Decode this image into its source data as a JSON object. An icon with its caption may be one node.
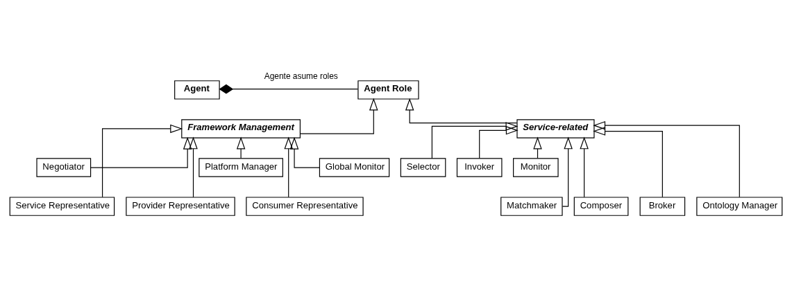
{
  "diagram": {
    "nodes": [
      {
        "text": [
          "Agent"
        ]
      },
      {
        "text": [
          "Agent Role"
        ]
      },
      {
        "text": [
          "Framework Management"
        ]
      },
      {
        "text": [
          "Negotiator"
        ]
      },
      {
        "text": [
          "Service Representative"
        ]
      },
      {
        "text": [
          "Provider Representative"
        ]
      },
      {
        "text": [
          "Platform Manager"
        ]
      },
      {
        "text": [
          "Consumer Representative"
        ]
      },
      {
        "text": [
          "Global Monitor"
        ]
      },
      {
        "text": [
          "Service-related"
        ]
      },
      {
        "text": [
          "Selector"
        ]
      },
      {
        "text": [
          "Invoker"
        ]
      },
      {
        "text": [
          "Monitor"
        ]
      },
      {
        "text": [
          "Matchmaker"
        ]
      },
      {
        "text": [
          "Composer"
        ]
      },
      {
        "text": [
          "Broker"
        ]
      },
      {
        "text": [
          "Ontology Manager"
        ]
      }
    ],
    "edges": [
      {
        "from": 0,
        "to": 1,
        "arrow": "other",
        "label": "Agente asume roles"
      },
      {
        "from": 2,
        "to": 1,
        "arrow": "to"
      },
      {
        "from": 9,
        "to": 1,
        "arrow": "to"
      },
      {
        "from": 3,
        "to": 2,
        "arrow": "to"
      },
      {
        "from": 4,
        "to": 2,
        "arrow": "to"
      },
      {
        "from": 5,
        "to": 2,
        "arrow": "to"
      },
      {
        "from": 6,
        "to": 2,
        "arrow": "to"
      },
      {
        "from": 7,
        "to": 2,
        "arrow": "to"
      },
      {
        "from": 8,
        "to": 2,
        "arrow": "to"
      },
      {
        "from": 13,
        "to": 9,
        "arrow": "to"
      },
      {
        "from": 10,
        "to": 9,
        "arrow": "to"
      },
      {
        "from": 14,
        "to": 9,
        "arrow": "to"
      },
      {
        "from": 11,
        "to": 9,
        "arrow": "to"
      },
      {
        "from": 15,
        "to": 9,
        "arrow": "to"
      },
      {
        "from": 12,
        "to": 9,
        "arrow": "to"
      },
      {
        "from": 16,
        "to": 9,
        "arrow": "to"
      }
    ]
  }
}
